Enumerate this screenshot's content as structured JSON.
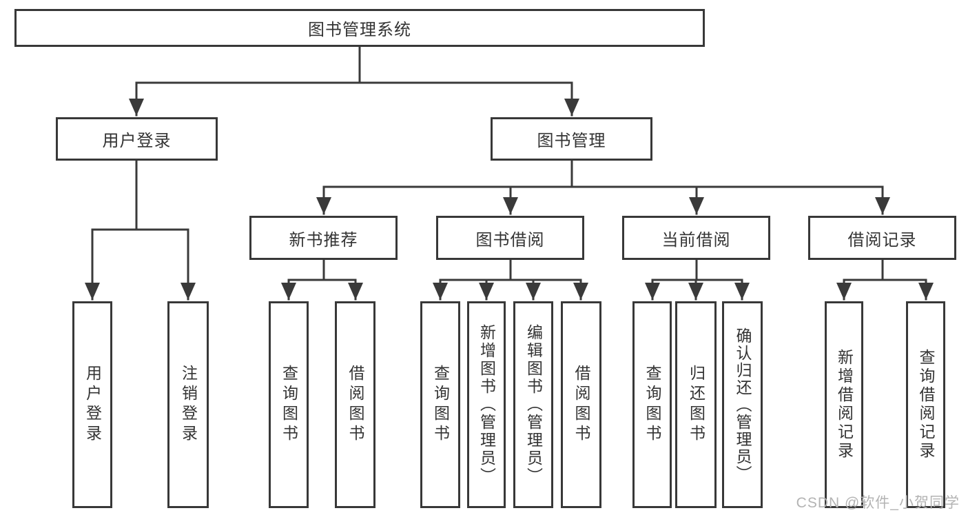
{
  "diagram": {
    "type": "hierarchy-tree",
    "watermark": "CSDN @软件_小贺同学",
    "colors": {
      "background": "#ffffff",
      "line": "#3a3a3a",
      "border": "#383838",
      "text": "#333333",
      "watermark": "#b3b3b3"
    },
    "nodes": {
      "root": {
        "label": "图书管理系统"
      },
      "user_login": {
        "label": "用户登录"
      },
      "book_management": {
        "label": "图书管理"
      },
      "new_book_recommend": {
        "label": "新书推荐"
      },
      "book_borrowing": {
        "label": "图书借阅"
      },
      "current_borrowing": {
        "label": "当前借阅"
      },
      "borrowing_records": {
        "label": "借阅记录"
      },
      "leaf_user_login": {
        "label": "用户登录"
      },
      "leaf_logout": {
        "label": "注销登录"
      },
      "leaf_query_books_recommend": {
        "label": "查询图书"
      },
      "leaf_borrow_books_recommend": {
        "label": "借阅图书"
      },
      "leaf_query_books_borrowing": {
        "label": "查询图书"
      },
      "leaf_add_books_admin": {
        "label": "新增图书（管理员）"
      },
      "leaf_edit_books_admin": {
        "label": "编辑图书（管理员）"
      },
      "leaf_borrow_books_borrowing": {
        "label": "借阅图书"
      },
      "leaf_query_books_current": {
        "label": "查询图书"
      },
      "leaf_return_books": {
        "label": "归还图书"
      },
      "leaf_confirm_return_admin": {
        "label": "确认归还（管理员）"
      },
      "leaf_add_borrow_record": {
        "label": "新增借阅记录"
      },
      "leaf_query_borrow_record": {
        "label": "查询借阅记录"
      }
    },
    "edges": [
      "图书管理系统 -> 用户登录",
      "图书管理系统 -> 图书管理",
      "用户登录 -> 用户登录(叶), 注销登录",
      "图书管理 -> 新书推荐, 图书借阅, 当前借阅, 借阅记录",
      "新书推荐 -> 查询图书, 借阅图书",
      "图书借阅 -> 查询图书, 新增图书（管理员）, 编辑图书（管理员）, 借阅图书",
      "当前借阅 -> 查询图书, 归还图书, 确认归还（管理员）",
      "借阅记录 -> 新增借阅记录, 查询借阅记录"
    ]
  }
}
